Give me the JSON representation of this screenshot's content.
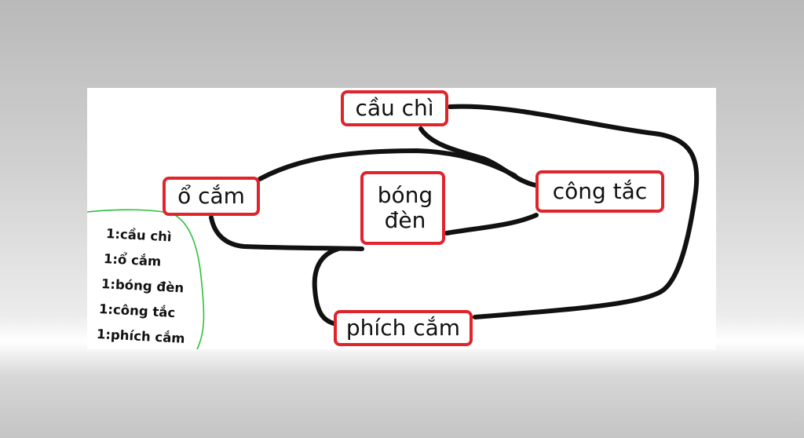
{
  "nodes": {
    "cau_chi": "cầu chì",
    "o_cam": "ổ cắm",
    "bong_den": [
      "bóng",
      "đèn"
    ],
    "cong_tac": "công tắc",
    "phich_cam": "phích cắm"
  },
  "legend": [
    "1:cầu chì",
    "1:ổ cắm",
    "1:bóng đèn",
    "1:công tắc",
    "1:phích cắm"
  ],
  "colors": {
    "node_border": "#e0242c",
    "wire": "#111111",
    "legend_outline": "#2fbf3a"
  }
}
